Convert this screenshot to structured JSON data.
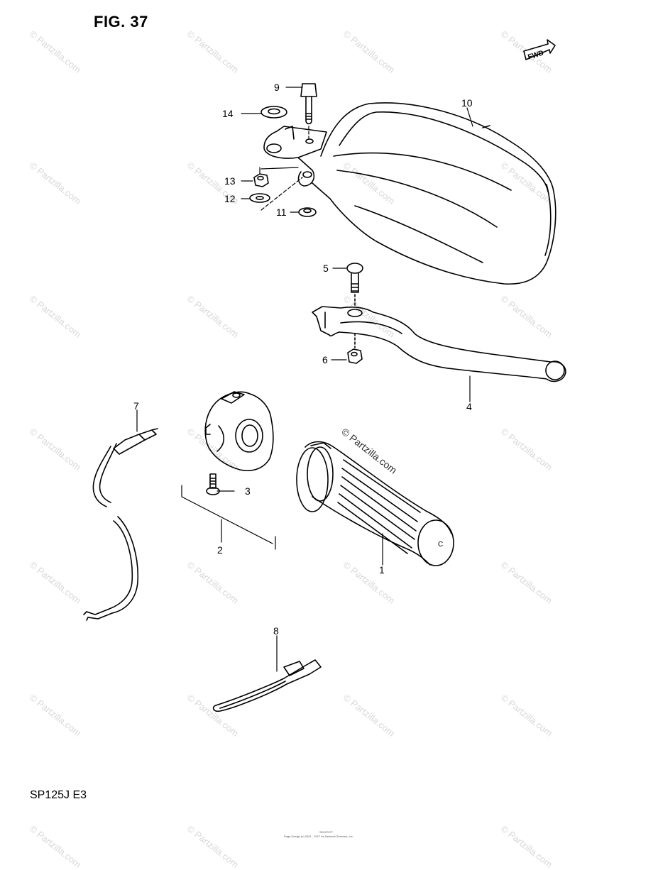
{
  "figure": {
    "title": "FIG. 37",
    "model": "SP125J  E3"
  },
  "direction_badge": "FWD",
  "watermark": {
    "text": "© Partzilla.com",
    "main_text": "© Partzilla.com"
  },
  "footer": {
    "code": "SD207077",
    "copyright": "Page Design (c) 2001 - 2017 Ari Network Services, Inc."
  },
  "callouts": {
    "c1": "1",
    "c2": "2",
    "c3": "3",
    "c4": "4",
    "c5": "5",
    "c6": "6",
    "c7": "7",
    "c8": "8",
    "c9": "9",
    "c10": "10",
    "c11": "11",
    "c12": "12",
    "c13": "13",
    "c14": "14"
  },
  "grip_end_letter": "C",
  "colors": {
    "ink": "#000000",
    "watermark": "#d8d8d8",
    "paper": "#ffffff"
  }
}
